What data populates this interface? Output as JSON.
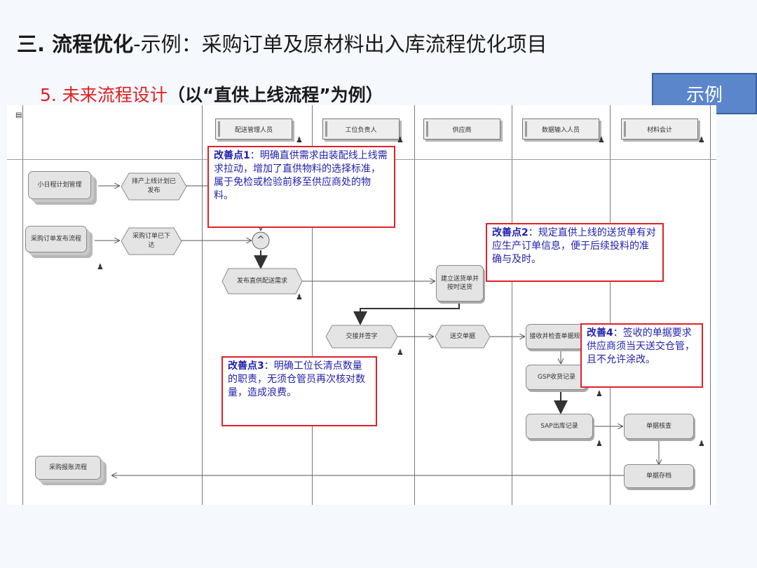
{
  "header": {
    "title_bold": "三. 流程优化",
    "title_rest": "-示例：采购订单及原材料出入库流程优化项目",
    "subtitle_red": "5. 未来流程设计",
    "subtitle_bold": "（以“直供上线流程”为例）",
    "badge": "示例"
  },
  "lanes": {
    "headers": [
      "配送管理人员",
      "工位负责人",
      "供应商",
      "数据输入人员",
      "材料会计"
    ]
  },
  "nodes": {
    "small_plan": "小日程计划管理",
    "plan_published": "排产上线计划已发布",
    "po_process": "采购订单发布流程",
    "po_issued": "采购订单已下达",
    "gateway": "^",
    "publish_request": "发布直供配送需求",
    "create_delivery": "建立送货单并按时送货",
    "handover_sign": "交接并签字",
    "submit_doc": "送交单据",
    "receive_check": "接收并检查单据规性",
    "gsp_record": "GSP收货记录",
    "sap_record": "SAP出库记录",
    "doc_verify": "单据核查",
    "payment_process": "采购报账流程",
    "doc_archive": "单据存档"
  },
  "notes": {
    "n1_title": "改善点1",
    "n1_text": "：明确直供需求由装配线上线需求拉动，增加了直供物料的选择标准，属于免检或检验前移至供应商处的物料。",
    "n2_title": "改善点2",
    "n2_text": "：规定直供上线的送货单有对应生产订单信息，便于后续投料的准确与及时。",
    "n3_title": "改善点3",
    "n3_text": "：明确工位长清点数量的职责，无须仓管员再次核对数量，造成浪费。",
    "n4_title": "改善4",
    "n4_text": "：签收的单据要求供应商须当天送交仓管，且不允许涂改。"
  },
  "colors": {
    "accent_red": "#e0202a",
    "note_text_blue": "#1f1fb0",
    "badge_blue": "#5b86cc"
  },
  "icons": {
    "person": "person-icon"
  }
}
